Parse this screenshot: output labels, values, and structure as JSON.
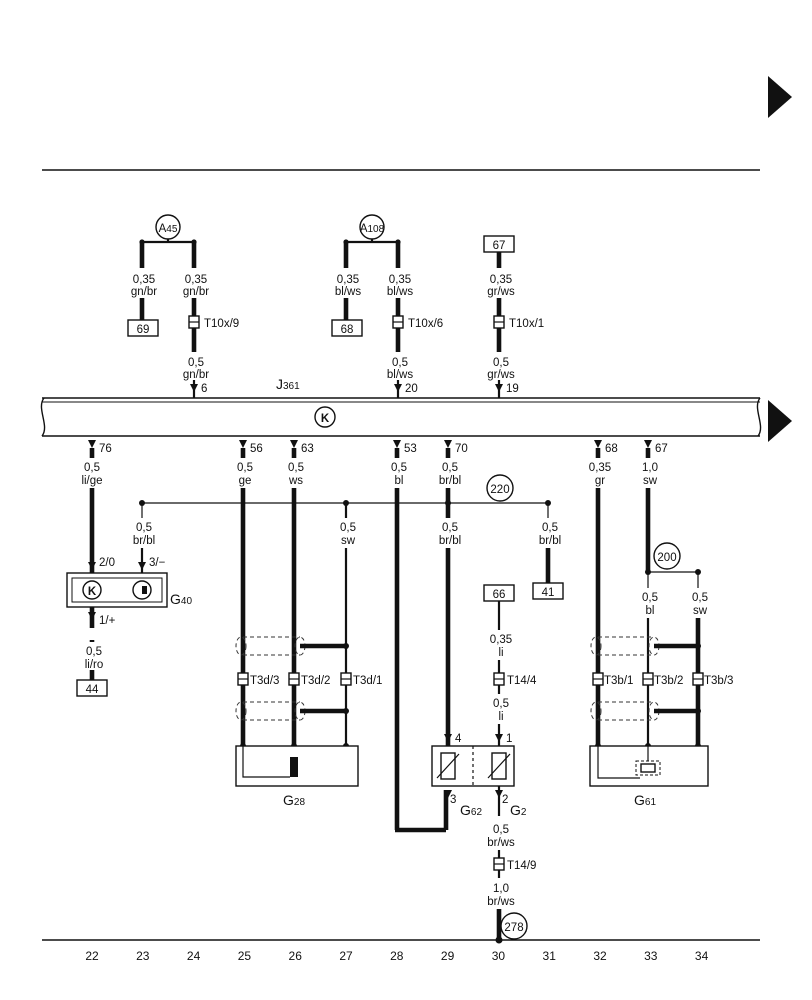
{
  "rule_page": {
    "continue_arrow": "▶"
  },
  "control_unit": {
    "name": "J",
    "sub": "361",
    "icon": "K"
  },
  "top_connections": {
    "A45": {
      "main": "A",
      "sub": "45"
    },
    "A108": {
      "main": "A",
      "sub": "108"
    },
    "box_67": "67",
    "box_69": "69",
    "box_68": "68",
    "wire_a45_left": {
      "size": "0,35",
      "color": "gn/br"
    },
    "wire_a45_right": {
      "size": "0,35",
      "color": "gn/br"
    },
    "wire_a108_left": {
      "size": "0,35",
      "color": "bl/ws"
    },
    "wire_a108_right": {
      "size": "0,35",
      "color": "bl/ws"
    },
    "wire_67": {
      "size": "0,35",
      "color": "gr/ws"
    },
    "conn_t10x9": "T10x/9",
    "conn_t10x6": "T10x/6",
    "conn_t10x1": "T10x/1",
    "wire_pin6": {
      "size": "0,5",
      "color": "gn/br",
      "pin": "6"
    },
    "wire_pin20": {
      "size": "0,5",
      "color": "bl/ws",
      "pin": "20"
    },
    "wire_pin19": {
      "size": "0,5",
      "color": "gr/ws",
      "pin": "19"
    }
  },
  "bottom_wires": {
    "p76": {
      "pin": "76",
      "size": "0,5",
      "color": "li/ge"
    },
    "p56": {
      "pin": "56",
      "size": "0,5",
      "color": "ge"
    },
    "p63": {
      "pin": "63",
      "size": "0,5",
      "color": "ws"
    },
    "p53": {
      "pin": "53",
      "size": "0,5",
      "color": "bl"
    },
    "p70": {
      "pin": "70",
      "size": "0,5",
      "color": "br/bl"
    },
    "p68": {
      "pin": "68",
      "size": "0,35",
      "color": "gr"
    },
    "p67": {
      "pin": "67",
      "size": "1,0",
      "color": "sw"
    }
  },
  "ground_220": {
    "label": "220",
    "left": {
      "size": "0,5",
      "color": "br/bl"
    },
    "mid": {
      "size": "0,5",
      "color": "sw"
    },
    "right1": {
      "size": "0,5",
      "color": "br/bl"
    },
    "right2": {
      "size": "0,5",
      "color": "br/bl"
    },
    "box_41": "41"
  },
  "g40": {
    "main": "G",
    "sub": "40",
    "pin_top_left": "2/0",
    "pin_top_right": "3/−",
    "pin_bottom": "1/+",
    "icon": "K",
    "wire_bottom": {
      "size": "0,5",
      "color": "li/ro"
    },
    "box_44": "44"
  },
  "g28": {
    "main": "G",
    "sub": "28",
    "t3d3": "T3d/3",
    "t3d2": "T3d/2",
    "t3d1": "T3d/1"
  },
  "g62_g2": {
    "g62_main": "G",
    "g62_sub": "62",
    "g2_main": "G",
    "g2_sub": "2",
    "box_66": "66",
    "wire_66": {
      "size": "0,35",
      "color": "li"
    },
    "t14_4": "T14/4",
    "wire_t14_4": {
      "size": "0,5",
      "color": "li"
    },
    "pin4": "4",
    "pin1": "1",
    "pin3": "3",
    "pin2": "2",
    "wire_out": {
      "size": "0,5",
      "color": "br/ws"
    },
    "t14_9": "T14/9",
    "wire_out2": {
      "size": "1,0",
      "color": "br/ws"
    },
    "ground_278": "278"
  },
  "g61": {
    "main": "G",
    "sub": "61",
    "ground_200": "200",
    "wire_bl": {
      "size": "0,5",
      "color": "bl"
    },
    "wire_sw": {
      "size": "0,5",
      "color": "sw"
    },
    "t3b1": "T3b/1",
    "t3b2": "T3b/2",
    "t3b3": "T3b/3"
  },
  "track_numbers": [
    "22",
    "23",
    "24",
    "25",
    "26",
    "27",
    "28",
    "29",
    "30",
    "31",
    "32",
    "33",
    "34"
  ]
}
